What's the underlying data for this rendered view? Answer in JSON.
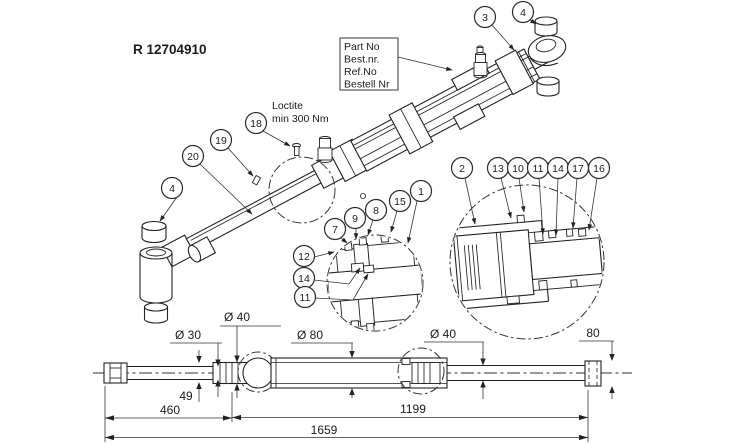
{
  "drawing": {
    "part_number": "R 12704910",
    "partno_box": [
      "Part No",
      "Best.nr.",
      "Ref.No",
      "Bestell Nr"
    ],
    "note_line1": "Loctite",
    "note_line2": "min 300 Nm"
  },
  "callouts": [
    "3",
    "4",
    "4",
    "18",
    "19",
    "20",
    "7",
    "9",
    "8",
    "15",
    "1",
    "12",
    "14",
    "11",
    "2",
    "13",
    "10",
    "11",
    "14",
    "17",
    "16"
  ],
  "dimensions": {
    "dia30": "Ø 30",
    "dia40_left": "Ø 40",
    "dia80": "Ø 80",
    "dia40_right": "Ø 40",
    "height80": "80",
    "width49": "49",
    "len460": "460",
    "len1199": "1199",
    "len1659": "1659"
  }
}
